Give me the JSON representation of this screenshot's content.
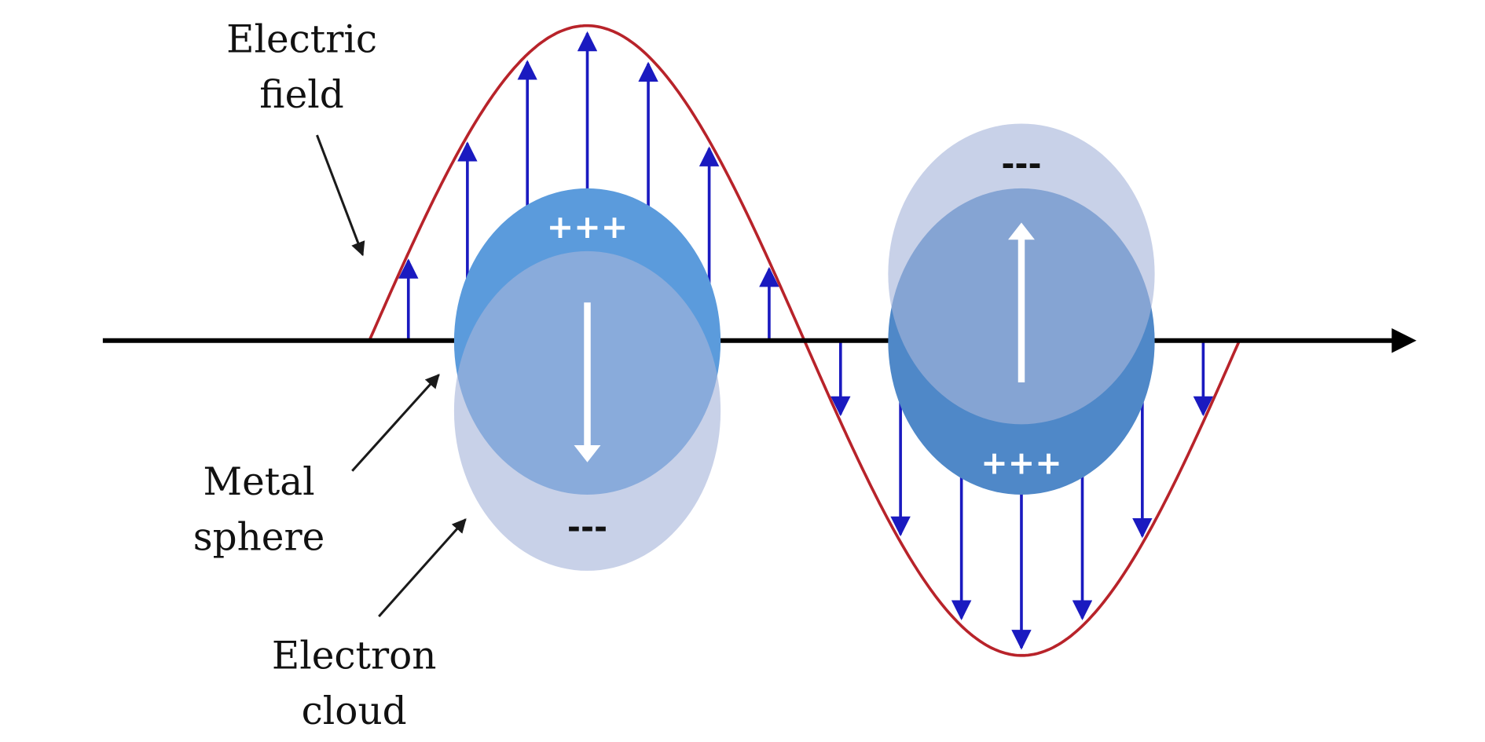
{
  "labels": {
    "electric_field": [
      "Electric",
      "field"
    ],
    "metal_sphere": [
      "Metal",
      "sphere"
    ],
    "electron_cloud": [
      "Electron",
      "cloud"
    ]
  },
  "charges": {
    "left_top": "+++",
    "left_bottom": "---",
    "right_top": "---",
    "right_bottom": "+++"
  },
  "colors": {
    "wave": "#b8232a",
    "field_arrows": "#1a1ac0",
    "metal_sphere_left": "#5b9bdc",
    "metal_sphere_right": "#4f88c8",
    "electron_cloud": "#a7b5da",
    "axis": "#000000"
  }
}
